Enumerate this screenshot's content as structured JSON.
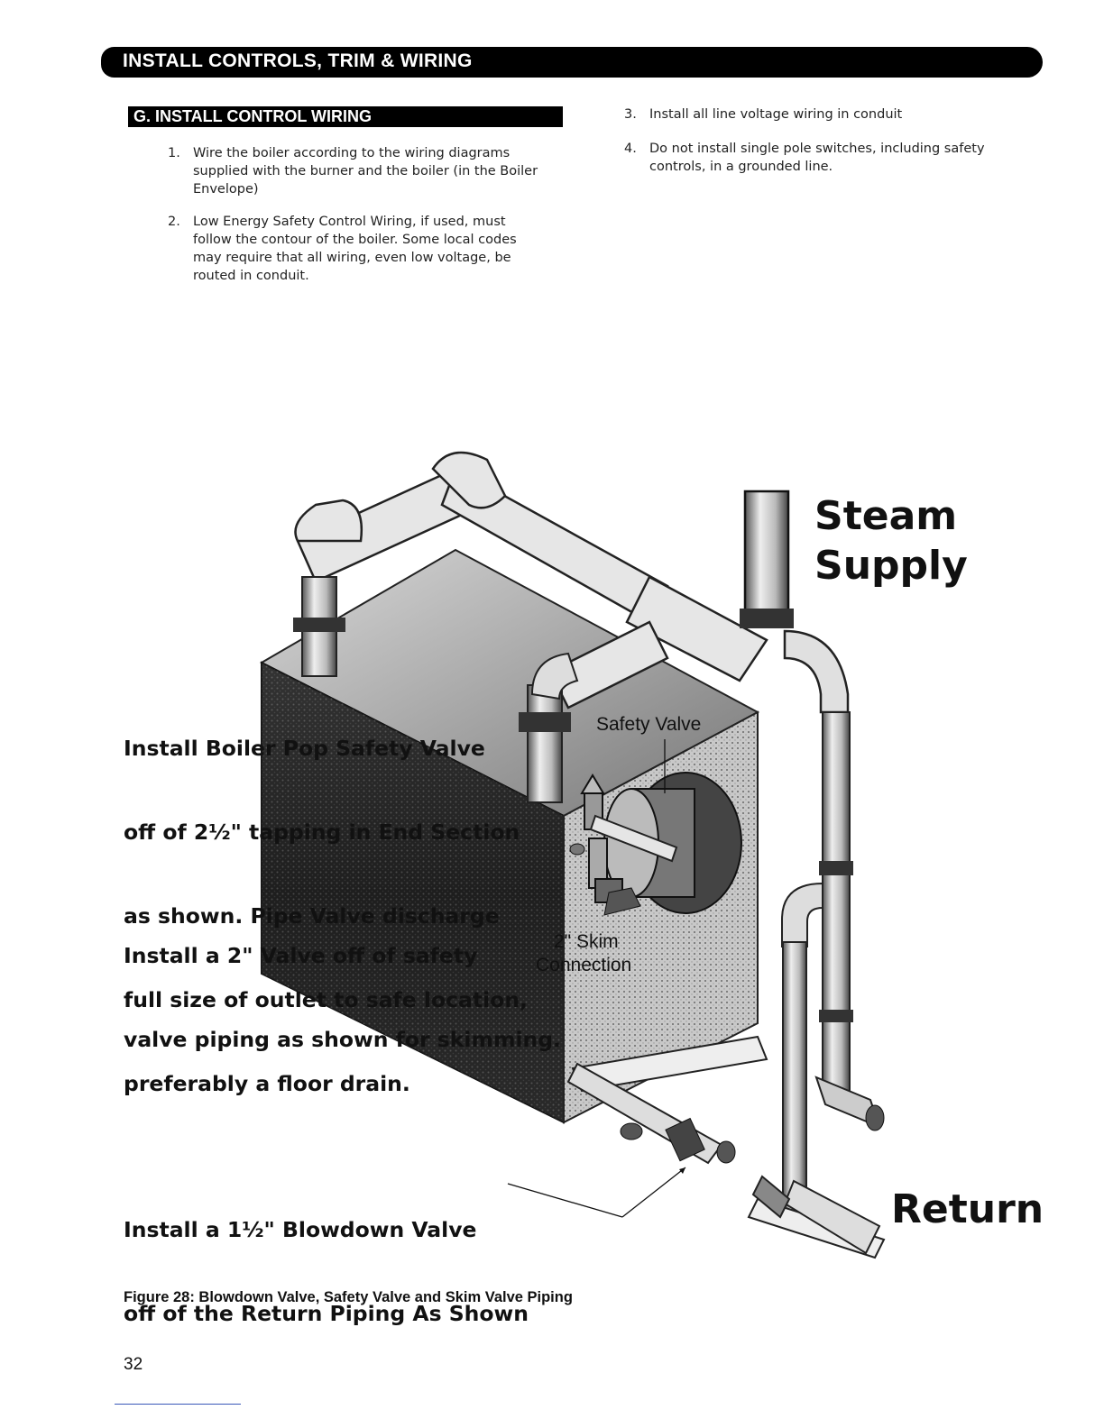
{
  "header": {
    "banner": "INSTALL CONTROLS, TRIM & WIRING"
  },
  "section": {
    "title": "G. INSTALL CONTROL WIRING"
  },
  "instructions": [
    {
      "num": "1.",
      "lines": [
        "Wire the boiler according to the wiring diagrams",
        "supplied with the burner and the boiler (in the Boiler",
        "Envelope)"
      ]
    },
    {
      "num": "2.",
      "lines": [
        "Low Energy Safety Control Wiring, if used, must",
        "follow the contour of the boiler. Some local codes",
        "may require that all wiring, even low voltage, be",
        "routed in conduit."
      ]
    },
    {
      "num": "3.",
      "lines": [
        "Install all line voltage wiring in conduit"
      ]
    },
    {
      "num": "4.",
      "lines": [
        "Do not install single pole switches, including safety",
        "controls, in a grounded line."
      ]
    }
  ],
  "diagram": {
    "steam_supply": [
      "Steam",
      "Supply"
    ],
    "return_label": "Return",
    "safety_valve_label": "Safety Valve",
    "skim_label": [
      "2\" Skim",
      "Connection"
    ],
    "callout_safety": [
      "Install Boiler Pop Safety Valve",
      "off of 2½\" tapping in End Section",
      "as shown. Pipe Valve discharge",
      "full size of outlet to safe location,",
      "preferably a floor drain."
    ],
    "callout_skim": [
      "Install a 2\" Valve off of safety",
      "valve piping as shown for skimming."
    ],
    "callout_blowdown": [
      "Install a 1½\" Blowdown Valve",
      "off of the Return Piping As Shown"
    ]
  },
  "figure": {
    "caption": "Figure 28: Blowdown Valve, Safety Valve and Skim Valve Piping"
  },
  "footer": {
    "page_number": "32"
  }
}
